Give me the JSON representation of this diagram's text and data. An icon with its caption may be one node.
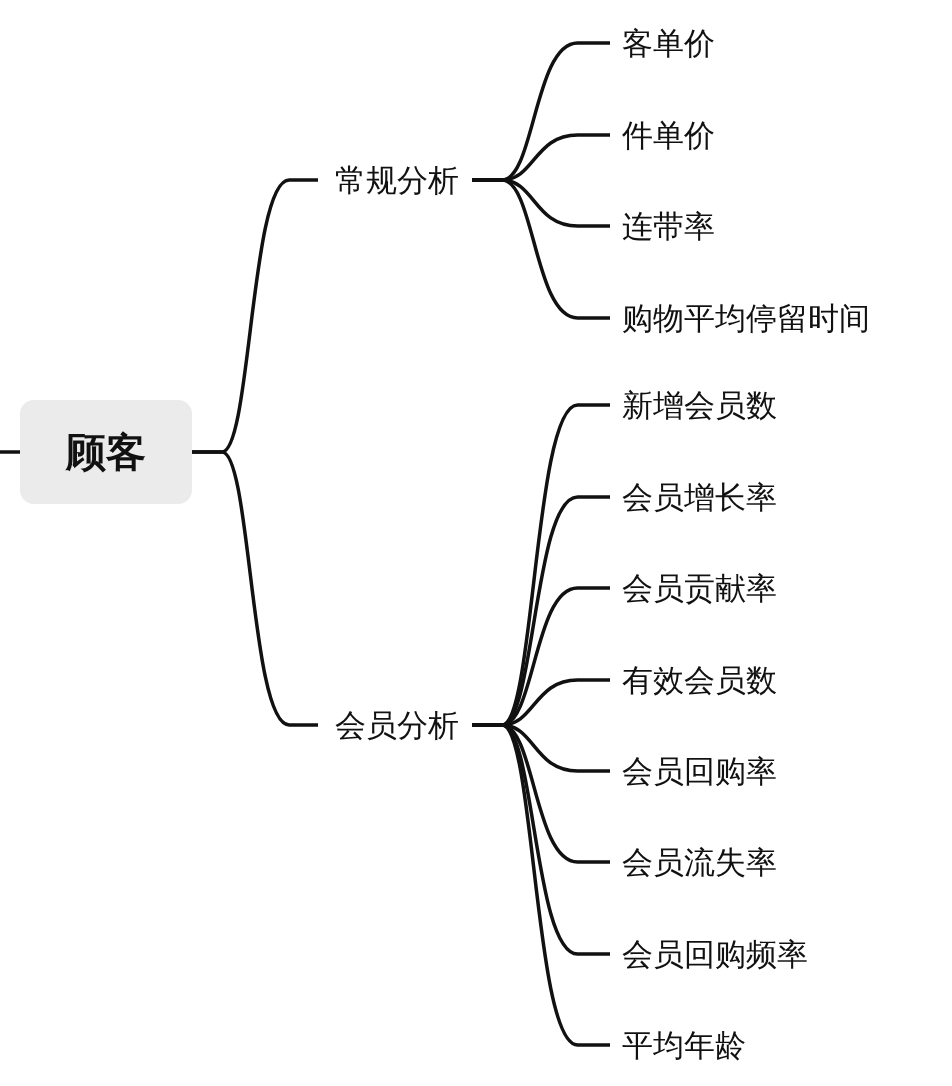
{
  "diagram": {
    "nodes": [
      {
        "text": [
          "顾客"
        ]
      },
      {
        "text": [
          "常规分析"
        ]
      },
      {
        "text": [
          "客单价"
        ]
      },
      {
        "text": [
          "件单价"
        ]
      },
      {
        "text": [
          "连带率"
        ]
      },
      {
        "text": [
          "购物平均停留时间"
        ]
      },
      {
        "text": [
          "会员分析"
        ]
      },
      {
        "text": [
          "新增会员数"
        ]
      },
      {
        "text": [
          "会员增长率"
        ]
      },
      {
        "text": [
          "会员贡献率"
        ]
      },
      {
        "text": [
          "有效会员数"
        ]
      },
      {
        "text": [
          "会员回购率"
        ]
      },
      {
        "text": [
          "会员流失率"
        ]
      },
      {
        "text": [
          "会员回购频率"
        ]
      },
      {
        "text": [
          "平均年龄"
        ]
      }
    ],
    "edges": [
      {
        "from": null,
        "to": 0,
        "arrow": "none"
      },
      {
        "from": 0,
        "to": 1,
        "arrow": "none"
      },
      {
        "from": 0,
        "to": 6,
        "arrow": "none"
      },
      {
        "from": 1,
        "to": 2,
        "arrow": "none"
      },
      {
        "from": 1,
        "to": 3,
        "arrow": "none"
      },
      {
        "from": 1,
        "to": 4,
        "arrow": "none"
      },
      {
        "from": 1,
        "to": 5,
        "arrow": "none"
      },
      {
        "from": 6,
        "to": 7,
        "arrow": "none"
      },
      {
        "from": 6,
        "to": 8,
        "arrow": "none"
      },
      {
        "from": 6,
        "to": 9,
        "arrow": "none"
      },
      {
        "from": 6,
        "to": 10,
        "arrow": "none"
      },
      {
        "from": 6,
        "to": 11,
        "arrow": "none"
      },
      {
        "from": 6,
        "to": 12,
        "arrow": "none"
      },
      {
        "from": 6,
        "to": 13,
        "arrow": "none"
      },
      {
        "from": 6,
        "to": 14,
        "arrow": "none"
      }
    ]
  }
}
